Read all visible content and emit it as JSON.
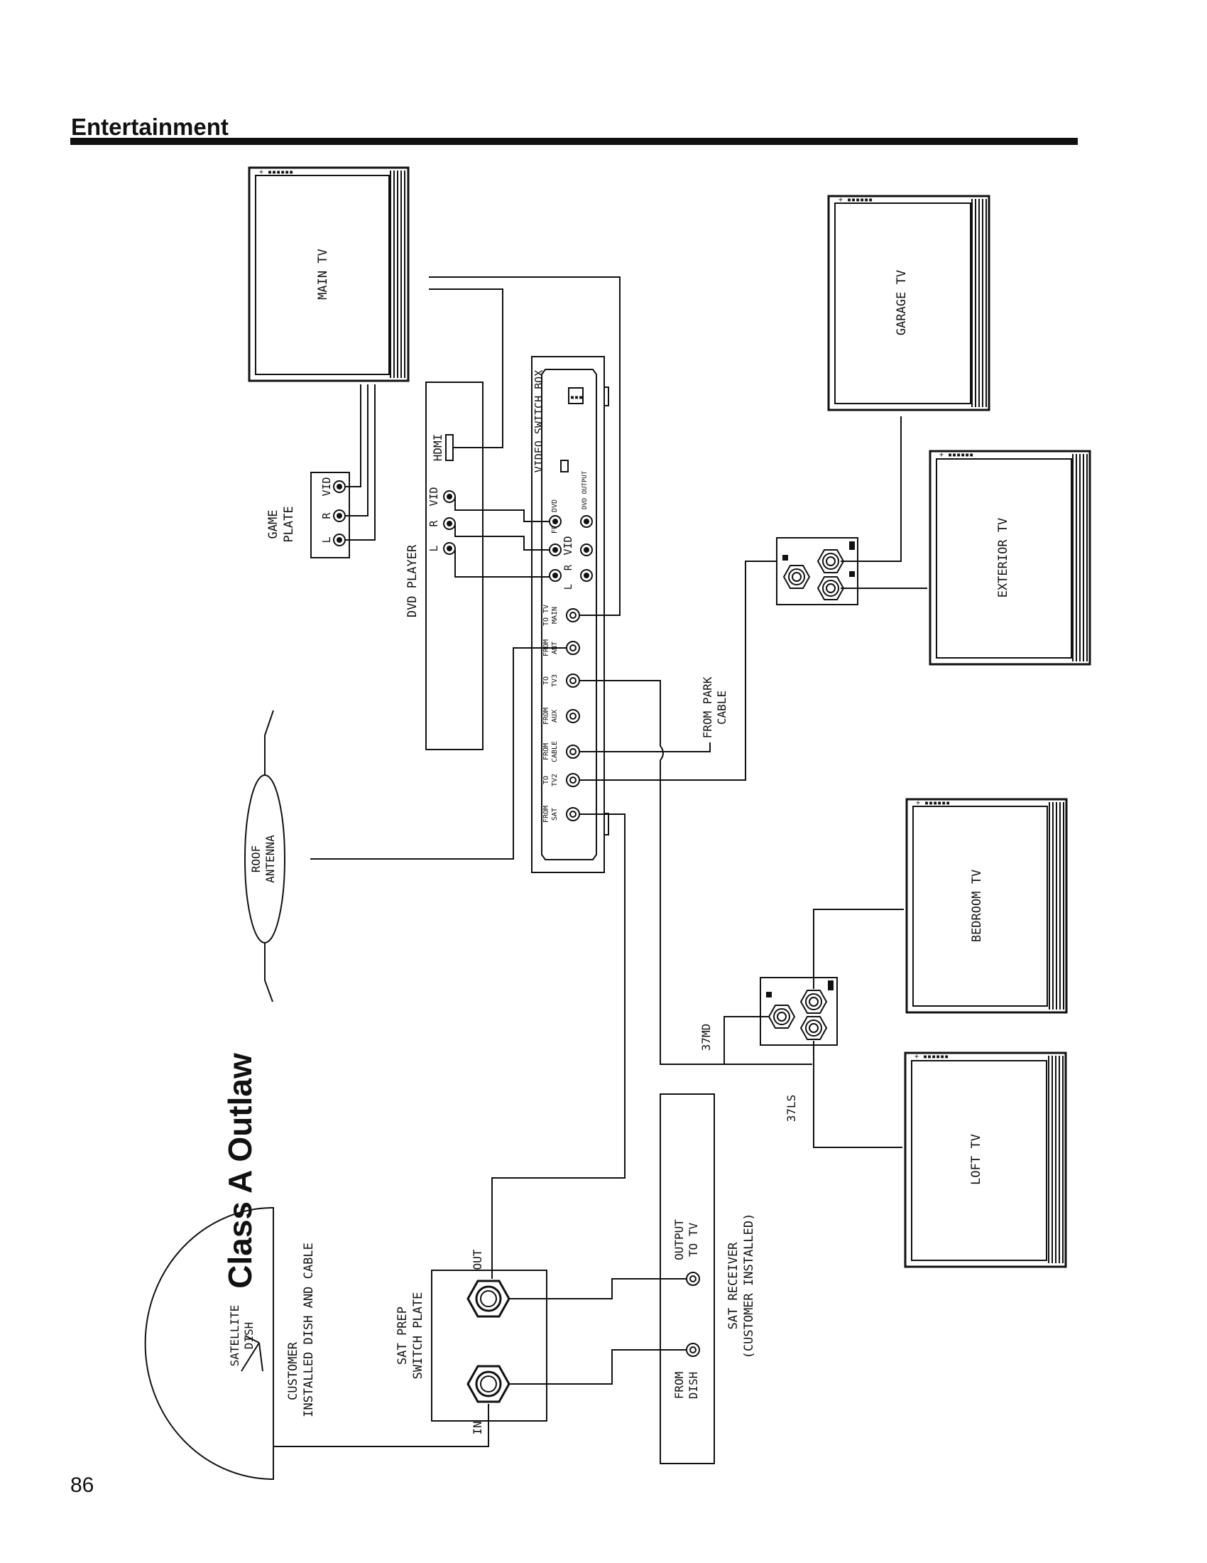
{
  "header": {
    "section_title": "Entertainment"
  },
  "page_number": "86",
  "diagram": {
    "heading": "Class A Outlaw",
    "tvs": {
      "main": "MAIN TV",
      "garage": "GARAGE TV",
      "exterior": "EXTERIOR TV",
      "bedroom": "BEDROOM TV",
      "loft": "LOFT TV"
    },
    "game_plate": {
      "line1": "GAME",
      "line2": "PLATE",
      "l": "L",
      "r": "R",
      "vid": "VID"
    },
    "dvd_player": {
      "label": "DVD PLAYER",
      "hdmi": "HDMI",
      "l": "L",
      "r": "R",
      "vid": "VID"
    },
    "switch_box": {
      "label": "VIDEO SWITCH BOX",
      "from_dvd": "FROM DVD",
      "dvd_output": "DVD OUTPUT",
      "vid": "VID",
      "r": "R",
      "l": "L",
      "ports": [
        {
          "line1": "TO TV",
          "line2": "MAIN"
        },
        {
          "line1": "FROM",
          "line2": "ANT"
        },
        {
          "line1": "TO",
          "line2": "TV3"
        },
        {
          "line1": "FROM",
          "line2": "AUX"
        },
        {
          "line1": "FROM",
          "line2": "CABLE"
        },
        {
          "line1": "TO",
          "line2": "TV2"
        },
        {
          "line1": "FROM",
          "line2": "SAT"
        }
      ]
    },
    "roof_antenna": {
      "line1": "ROOF",
      "line2": "ANTENNA"
    },
    "park_cable": {
      "line1": "FROM PARK",
      "line2": "CABLE"
    },
    "model_37md": "37MD",
    "model_37ls": "37LS",
    "satellite_dish": {
      "line1": "SATELLITE",
      "line2": "DISH"
    },
    "customer_note": {
      "line1": "CUSTOMER",
      "line2": "INSTALLED DISH AND CABLE"
    },
    "sat_prep": {
      "line1": "SAT PREP",
      "line2": "SWITCH PLATE",
      "in": "IN",
      "out": "OUT"
    },
    "sat_receiver": {
      "line1": "SAT RECEIVER",
      "line2": "(CUSTOMER INSTALLED)",
      "output_line1": "OUTPUT",
      "output_line2": "TO TV",
      "from_line1": "FROM",
      "from_line2": "DISH"
    }
  }
}
